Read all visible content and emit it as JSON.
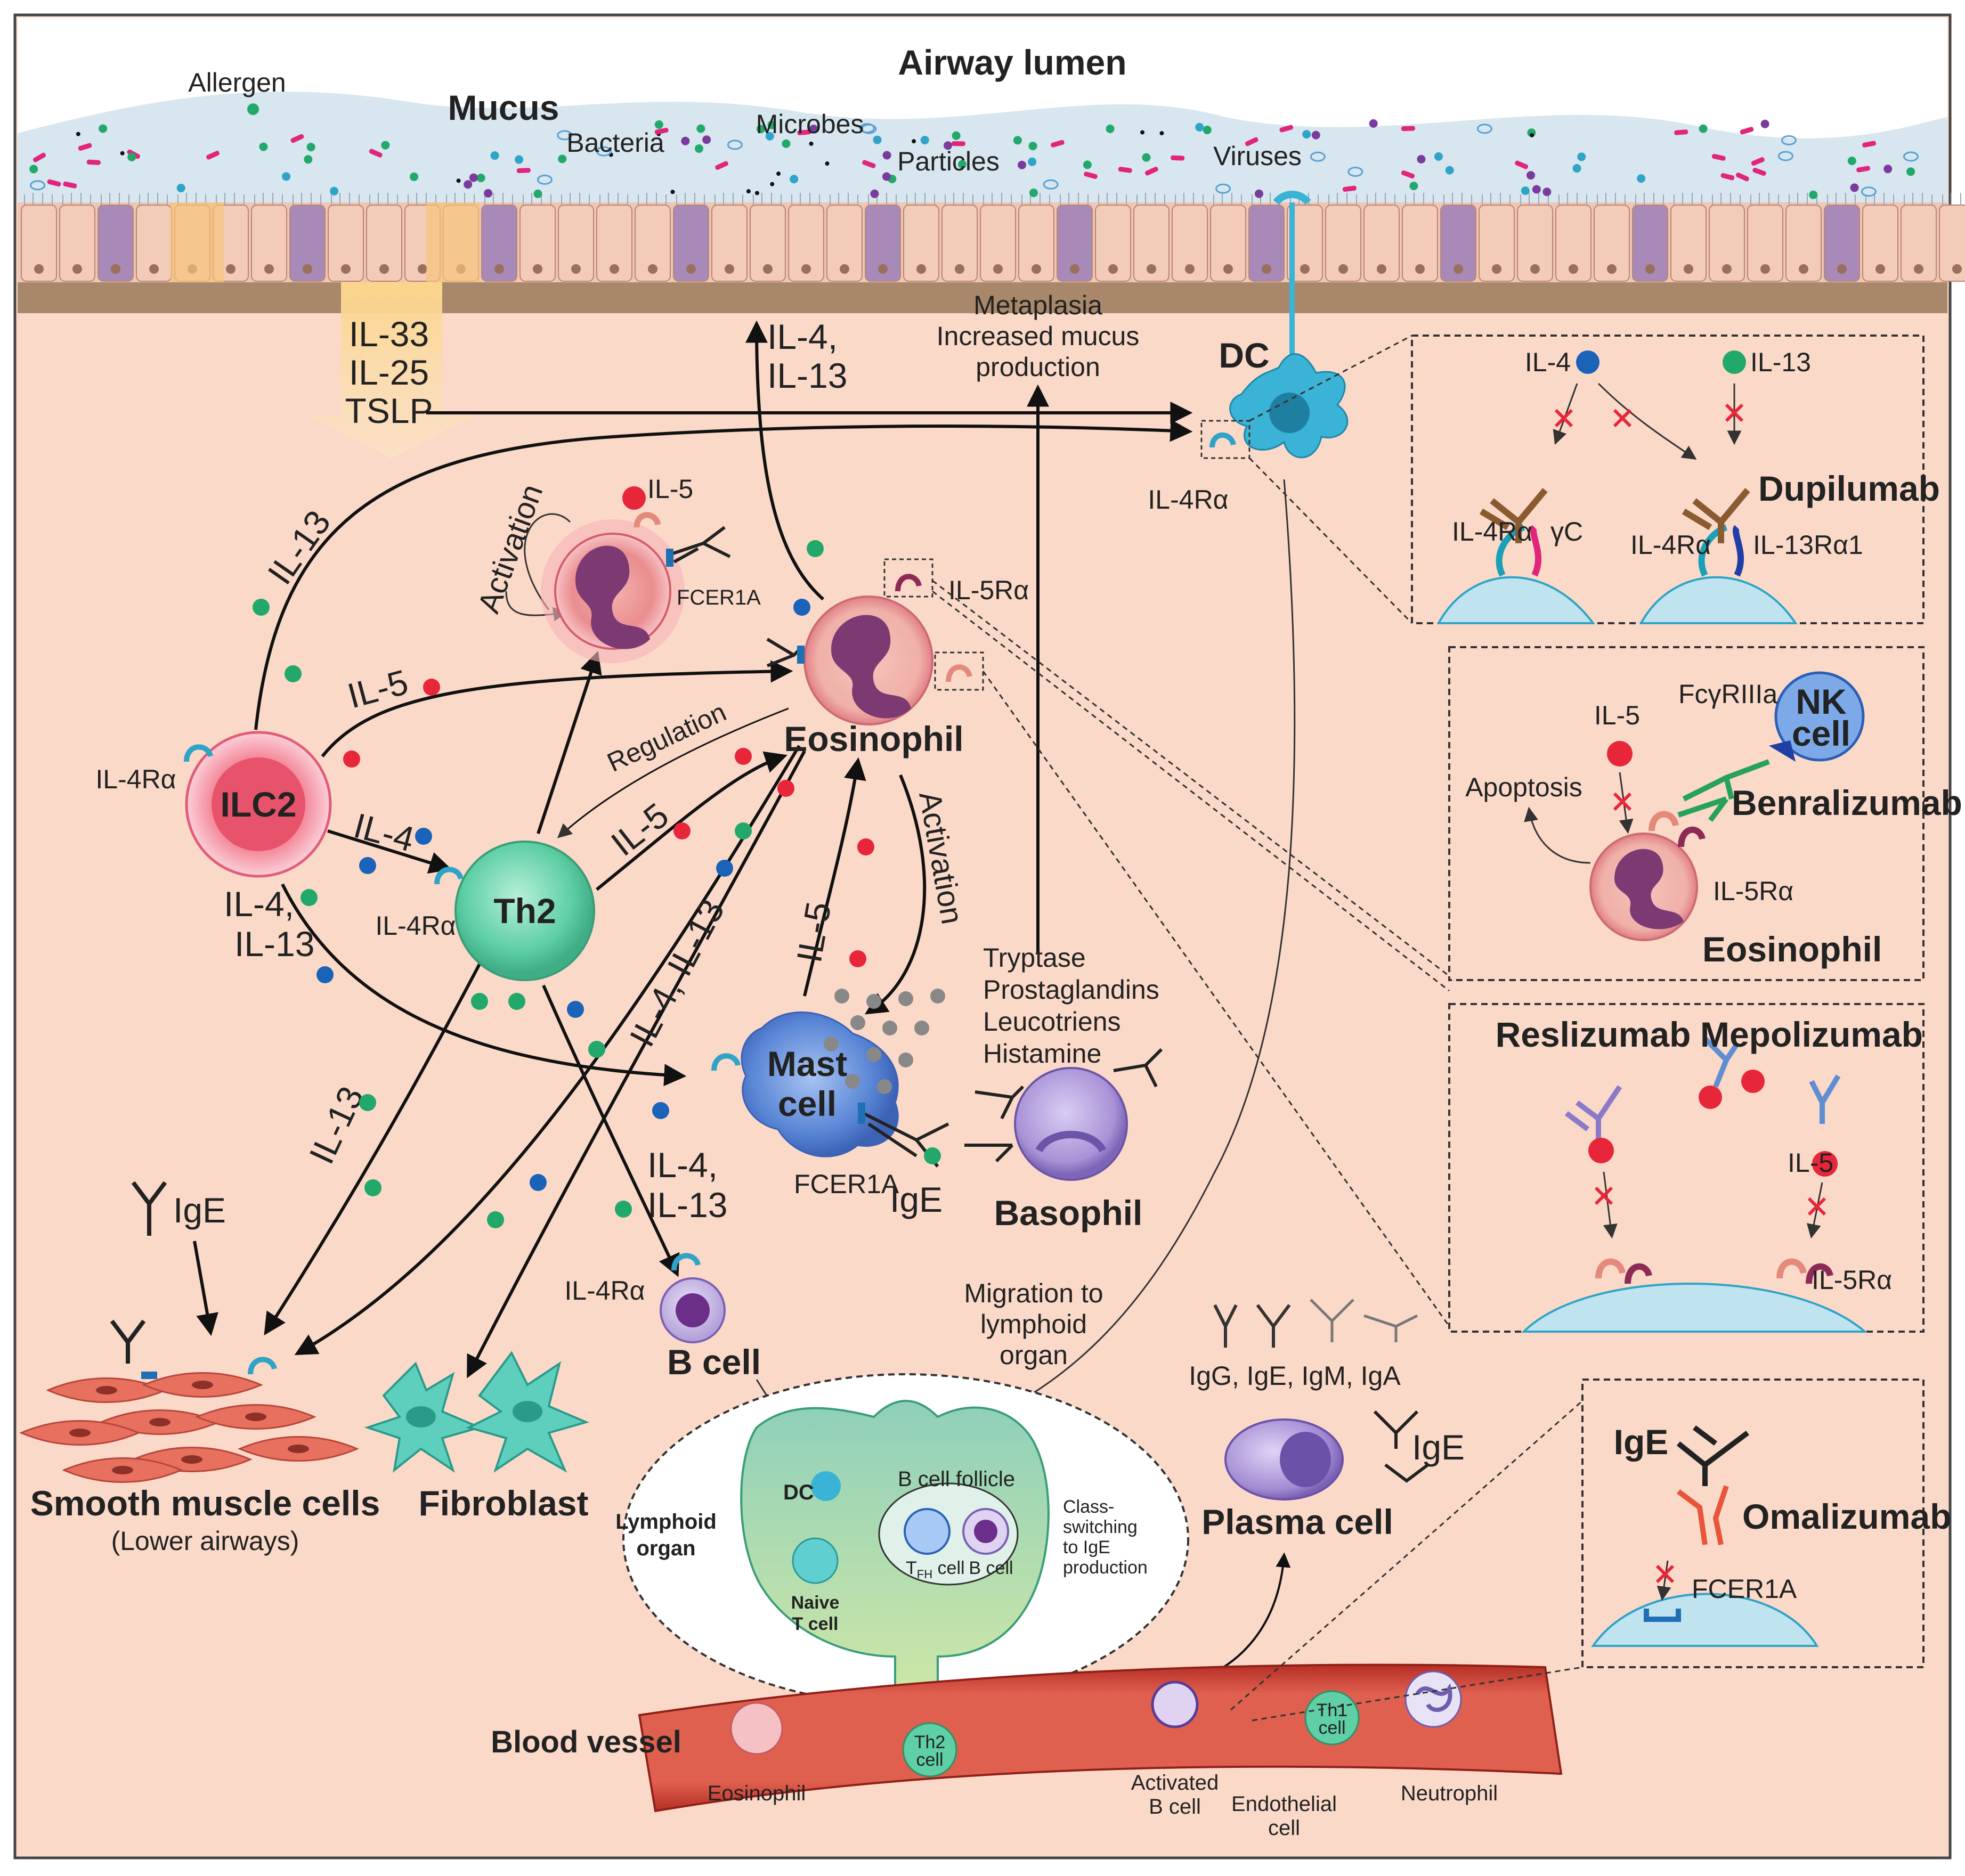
{
  "regions": {
    "airway_lumen": "Airway lumen",
    "mucus": "Mucus",
    "blood_vessel": "Blood vessel"
  },
  "lumen_labels": {
    "allergen": "Allergen",
    "bacteria": "Bacteria",
    "microbes": "Microbes",
    "particles": "Particles",
    "viruses": "Viruses"
  },
  "alarmins": [
    "IL-33",
    "IL-25",
    "TSLP"
  ],
  "cells": {
    "dc": "DC",
    "ilc2": "ILC2",
    "th2": "Th2",
    "eosinophil": "Eosinophil",
    "mast_cell": [
      "Mast",
      "cell"
    ],
    "basophil": "Basophil",
    "b_cell": "B cell",
    "plasma_cell": "Plasma cell",
    "smooth_muscle": "Smooth muscle cells",
    "smooth_muscle_sub": "(Lower airways)",
    "fibroblast": "Fibroblast"
  },
  "receptors": {
    "il4ra": "IL-4Rα",
    "il5ra": "IL-5Rα",
    "fcer1a": "FCER1A",
    "ige": "IgE",
    "il5": "IL-5"
  },
  "arrows": {
    "il13": "IL-13",
    "il5": "IL-5",
    "il4": "IL-4",
    "il4_il13_split": [
      "IL-4,",
      "IL-13"
    ],
    "il4_il13": "IL-4, IL-13",
    "activation": "Activation",
    "regulation": "Regulation",
    "metaplasia": [
      "Metaplasia",
      "Increased mucus",
      "production"
    ],
    "mediators": [
      "Tryptase",
      "Prostaglandins",
      "Leucotriens",
      "Histamine"
    ],
    "migration": [
      "Migration to",
      "lymphoid",
      "organ"
    ]
  },
  "lymphoid": {
    "organ": [
      "Lymphoid",
      "organ"
    ],
    "dc": "DC",
    "b_cell_follicle": "B cell follicle",
    "naive_t": [
      "Naive",
      "T cell"
    ],
    "tfh": "T",
    "tfh_sub": "FH",
    "tfh_suffix": " cell",
    "b_cell": "B cell",
    "class_switch": [
      "Class-",
      "switching",
      "to IgE",
      "production"
    ]
  },
  "plasma": {
    "ig_types": "IgG, IgE, IgM, IgA",
    "ige": "IgE"
  },
  "vessel_cells": {
    "eosinophil": "Eosinophil",
    "th2": [
      "Th2",
      "cell"
    ],
    "activated_b": [
      "Activated",
      "B cell"
    ],
    "endothelial": [
      "Endothelial",
      "cell"
    ],
    "th1": [
      "Th1",
      "cell"
    ],
    "neutrophil": "Neutrophil"
  },
  "panels": {
    "dupilumab": {
      "drug": "Dupilumab",
      "il4": "IL-4",
      "il13": "IL-13",
      "il4ra_left": "IL-4Rα",
      "gamma_c": "γC",
      "il4ra_right": "IL-4Rα",
      "il13ra1": "IL-13Rα1"
    },
    "benralizumab": {
      "drug": "Benralizumab",
      "il5": "IL-5",
      "fcr": "FcγRIIIa",
      "nk": [
        "NK",
        "cell"
      ],
      "apoptosis": "Apoptosis",
      "il5ra": "IL-5Rα",
      "cell": "Eosinophil"
    },
    "reslizumab_mepolizumab": {
      "reslizumab": "Reslizumab",
      "mepolizumab": "Mepolizumab",
      "il5": "IL-5",
      "il5ra": "IL-5Rα"
    },
    "omalizumab": {
      "drug": "Omalizumab",
      "ige": "IgE",
      "fcer1a": "FCER1A"
    }
  },
  "colors": {
    "background": "#fbd9c9",
    "tissue": "#f6c2ad",
    "basement": "#a9876a",
    "epithelium": "#efc5b3",
    "goblet": "#a889b8",
    "mucus": "#d7e6ef",
    "il4_dot": "#1b63b8",
    "il13_dot": "#22a86a",
    "il5_dot": "#e8263a",
    "dc_blue": "#3ab3d6",
    "ilc2_pink": "#f27f93",
    "th2_green": "#5fcfa5",
    "mast_blue": "#5a86d6",
    "basophil_purple": "#a992d6",
    "vessel_red": "#d9483b"
  }
}
